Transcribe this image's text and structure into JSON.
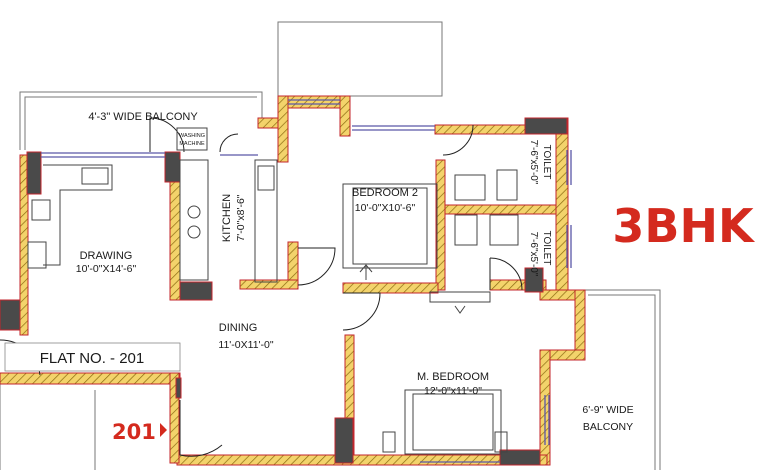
{
  "plan": {
    "bhk_label": "3BHK",
    "flat_label": "FLAT NO. - 201",
    "door_marker": "201",
    "marker_color": "#d42a1e",
    "wall_hatch_color": "#e8b530",
    "wall_edge_color": "#c3262c",
    "column_color": "#4a4a4a",
    "rooms": {
      "balcony_top": {
        "name": "4'-3\" WIDE BALCONY"
      },
      "washing": {
        "line1": "WASHING",
        "line2": "MACHINE"
      },
      "drawing": {
        "name": "DRAWING",
        "size": "10'-0\"X14'-6\""
      },
      "kitchen": {
        "name": "KITCHEN",
        "size": "7'-0\"x8'-6\""
      },
      "bedroom2": {
        "name": "BEDROOM 2",
        "size": "10'-0\"X10'-6\""
      },
      "toilet1": {
        "name": "TOILET",
        "size": "7'-6\"x5'-0\""
      },
      "toilet2": {
        "name": "TOILET",
        "size": "7'-6\"x5'-0\""
      },
      "dining": {
        "name": "DINING",
        "size": "11'-0X11'-0\""
      },
      "master": {
        "name": "M. BEDROOM",
        "size": "12'-0\"x11'-0\""
      },
      "balcony_right": {
        "line1": "6'-9\" WIDE",
        "line2": "BALCONY"
      }
    }
  }
}
